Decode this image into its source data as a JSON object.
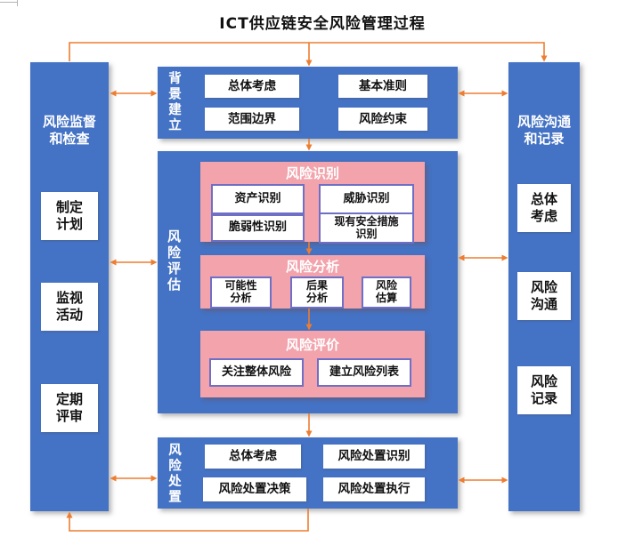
{
  "title": "ICT供应链安全风险管理过程",
  "colors": {
    "panel_blue": "#4472C4",
    "section_pink": "#F2A3AC",
    "arrow_orange": "#ED7D31",
    "inner_box_border": "#6F6FC5",
    "text_dark": "#111111",
    "text_light": "#FFFFFF"
  },
  "left_panel": {
    "label": "风险监督\n和检查",
    "items": [
      "制定\n计划",
      "监视\n活动",
      "定期\n评审"
    ]
  },
  "right_panel": {
    "label": "风险沟通\n和记录",
    "items": [
      "总体\n考虑",
      "风险\n沟通",
      "风险\n记录"
    ]
  },
  "context_section": {
    "label": "背景建立",
    "items": [
      "总体考虑",
      "基本准则",
      "范围边界",
      "风险约束"
    ]
  },
  "assessment_section": {
    "label": "风险评估",
    "identification": {
      "title": "风险识别",
      "items": [
        "资产识别",
        "威胁识别",
        "脆弱性识别",
        "现有安全措施\n识别"
      ]
    },
    "analysis": {
      "title": "风险分析",
      "items": [
        "可能性\n分析",
        "后果\n分析",
        "风险\n估算"
      ]
    },
    "evaluation": {
      "title": "风险评价",
      "items": [
        "关注整体风险",
        "建立风险列表"
      ]
    }
  },
  "treatment_section": {
    "label": "风险处置",
    "items": [
      "总体考虑",
      "风险处置识别",
      "风险处置决策",
      "风险处置执行"
    ]
  }
}
